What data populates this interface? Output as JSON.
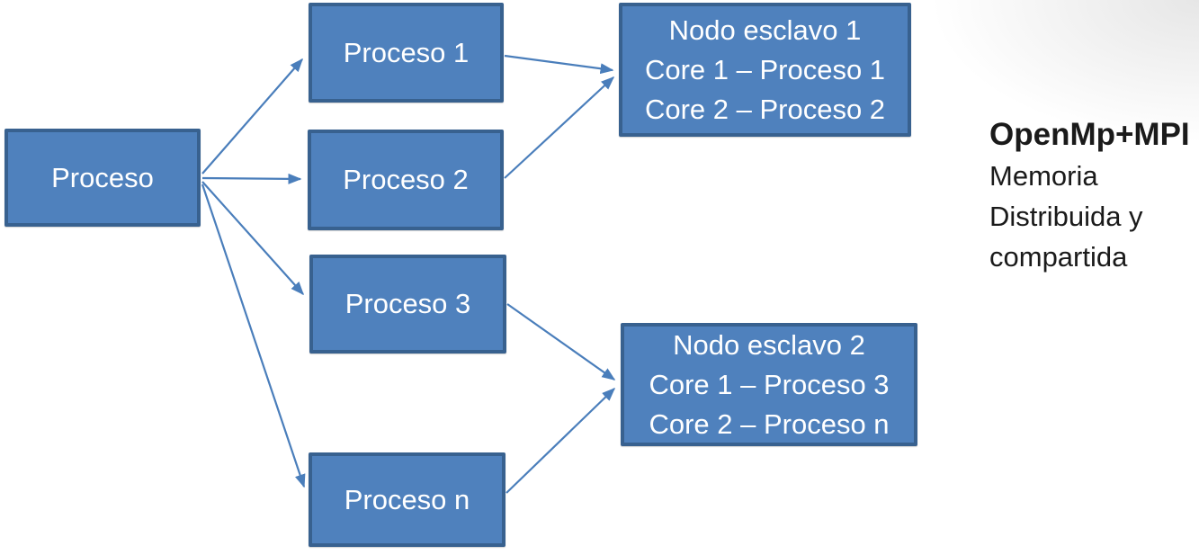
{
  "diagram": {
    "root": {
      "label": "Proceso"
    },
    "workers": [
      {
        "id": "proceso-1",
        "label": "Proceso 1"
      },
      {
        "id": "proceso-2",
        "label": "Proceso 2"
      },
      {
        "id": "proceso-3",
        "label": "Proceso 3"
      },
      {
        "id": "proceso-n",
        "label": "Proceso n"
      }
    ],
    "slave_nodes": [
      {
        "id": "nodo-esclavo-1",
        "lines": [
          "Nodo esclavo 1",
          "Core 1 – Proceso 1",
          "Core 2 – Proceso 2"
        ]
      },
      {
        "id": "nodo-esclavo-2",
        "lines": [
          "Nodo esclavo 2",
          "Core 1 – Proceso 3",
          "Core 2 – Proceso n"
        ]
      }
    ],
    "edges": [
      {
        "from": "proceso",
        "to": "proceso-1"
      },
      {
        "from": "proceso",
        "to": "proceso-2"
      },
      {
        "from": "proceso",
        "to": "proceso-3"
      },
      {
        "from": "proceso",
        "to": "proceso-n"
      },
      {
        "from": "proceso-1",
        "to": "nodo-esclavo-1"
      },
      {
        "from": "proceso-2",
        "to": "nodo-esclavo-1"
      },
      {
        "from": "proceso-3",
        "to": "nodo-esclavo-2"
      },
      {
        "from": "proceso-n",
        "to": "nodo-esclavo-2"
      }
    ],
    "annotation": {
      "title": "OpenMp+MPI",
      "lines": [
        "Memoria",
        "Distribuida y",
        "compartida"
      ]
    },
    "colors": {
      "box_fill": "#4f81bd",
      "box_border": "#38618f",
      "arrow": "#4a7ebb",
      "box_text": "#ffffff",
      "annotation_text": "#1a1a1a",
      "background": "#ffffff"
    }
  }
}
